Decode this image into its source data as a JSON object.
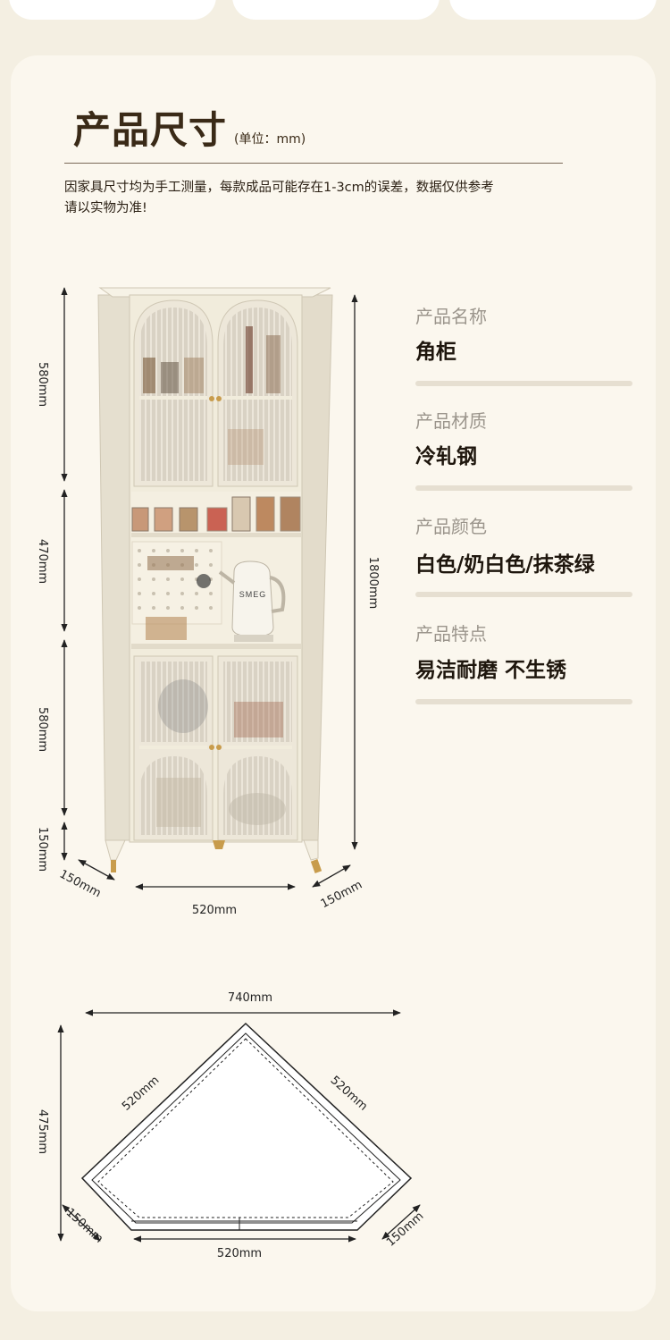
{
  "header": {
    "title": "产品尺寸",
    "unit": "(单位：mm)",
    "note_line1": "因家具尺寸均为手工测量，每款成品可能存在1-3cm的误差，数据仅供参考",
    "note_line2": "请以实物为准!"
  },
  "properties": [
    {
      "label": "产品名称",
      "value": "角柜"
    },
    {
      "label": "产品材质",
      "value": "冷轧钢"
    },
    {
      "label": "产品颜色",
      "value": "白色/奶白色/抹茶绿"
    },
    {
      "label": "产品特点",
      "value": "易洁耐磨 不生锈"
    }
  ],
  "front_view": {
    "height_upper": "580mm",
    "height_middle": "470mm",
    "height_lower": "580mm",
    "height_legs": "150mm",
    "height_total": "1800mm",
    "side_left": "150mm",
    "width_front": "520mm",
    "side_right": "150mm",
    "appliance_brand": "SMEG"
  },
  "top_view": {
    "width_total": "740mm",
    "diag_left": "520mm",
    "diag_right": "520mm",
    "depth": "475mm",
    "side_left": "150mm",
    "front": "520mm",
    "side_right": "150mm"
  },
  "colors": {
    "background": "#f4efe2",
    "card": "#fbf7ee",
    "cabinet": "#f1ecdc",
    "legs": "#c89c4c"
  }
}
